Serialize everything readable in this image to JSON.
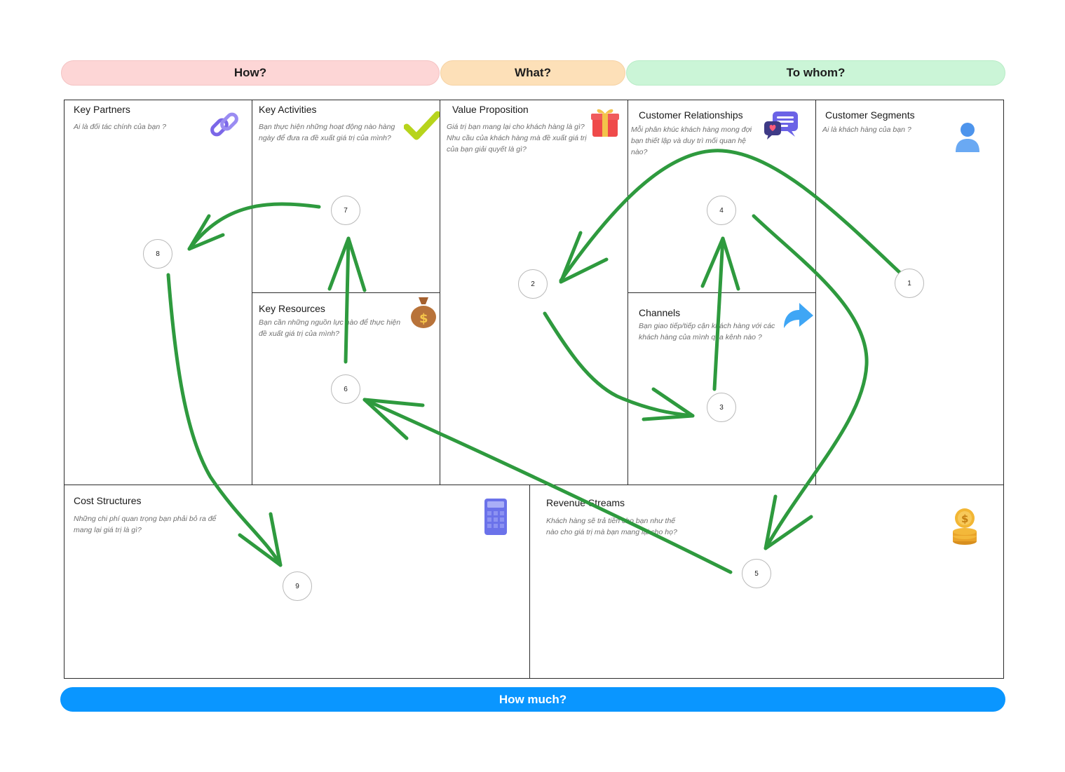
{
  "banners": {
    "how": "How?",
    "what": "What?",
    "to_whom": "To whom?",
    "how_much": "How much?"
  },
  "cells": {
    "key_partners": {
      "title": "Key Partners",
      "desc": "Ai là đối tác chính của bạn ?",
      "icon": "link-icon"
    },
    "key_activities": {
      "title": "Key Activities",
      "desc": "Bạn thực hiện những hoạt động nào hàng ngày để đưa ra đề xuất giá trị của mình?",
      "icon": "checkmark-icon"
    },
    "key_resources": {
      "title": "Key Resources",
      "desc": "Bạn cần những nguồn lực nào để thực hiện đề xuất giá trị của mình?",
      "icon": "money-bag-icon"
    },
    "value_proposition": {
      "title": "Value Proposition",
      "desc": "Giá trị bạn mang lại cho khách hàng là gì? Nhu cầu của khách hàng mà đề xuất giá trị của bạn giải quyết là gì?",
      "icon": "gift-icon"
    },
    "customer_relationships": {
      "title": "Customer Relationships",
      "desc": "Mỗi phân khúc khách hàng mong đợi bạn thiết lập và duy trì mối quan hệ nào?",
      "icon": "chat-bubbles-icon"
    },
    "channels": {
      "title": "Channels",
      "desc": "Bạn giao tiếp/tiếp cận khách hàng với các khách hàng của mình qua kênh nào ?",
      "icon": "share-arrow-icon"
    },
    "customer_segments": {
      "title": "Customer Segments",
      "desc": "Ai là khách hàng của bạn ?",
      "icon": "user-icon"
    },
    "cost_structures": {
      "title": "Cost Structures",
      "desc": "Những chi phí quan trọng bạn phải bỏ ra để mang lại giá trị là gì?",
      "icon": "calculator-icon"
    },
    "revenue_streams": {
      "title": "Revenue Streams",
      "desc": "Khách hàng sẽ trả tiền cho bạn như thế nào cho giá trị mà bạn mang lại cho họ?",
      "icon": "coins-icon"
    }
  },
  "steps": {
    "n1": "1",
    "n2": "2",
    "n3": "3",
    "n4": "4",
    "n5": "5",
    "n6": "6",
    "n7": "7",
    "n8": "8",
    "n9": "9"
  },
  "colors": {
    "arrow": "#2e9a3e",
    "how_band": "#fdd6d6",
    "what_band": "#fde0b8",
    "whom_band": "#cbf5d7",
    "how_much_band": "#0a96ff"
  }
}
